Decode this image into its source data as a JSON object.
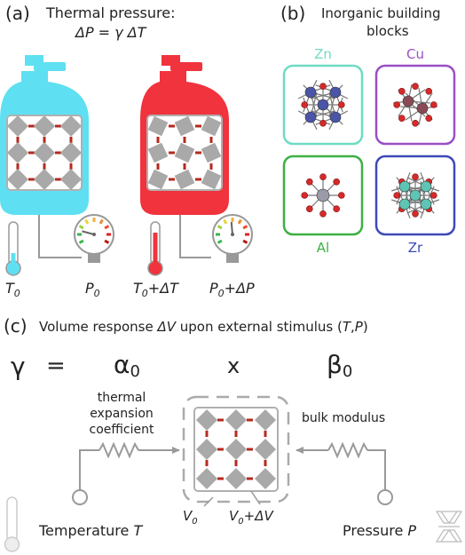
{
  "panel_a": {
    "label": "(a)",
    "title": "Thermal pressure:",
    "equation": "ΔP = γ ΔT",
    "labels": {
      "t0": "T",
      "t0_sub": "0",
      "p0": "P",
      "p0_sub": "0",
      "t1": "T",
      "t1_sub": "0",
      "t1_suffix": "+ΔT",
      "p1": "P",
      "p1_sub": "0",
      "p1_suffix": "+ΔP"
    },
    "colors": {
      "cold": "#5ee0f2",
      "hot": "#f0333c",
      "node": "#a9a9a9",
      "linker": "#b52a1e"
    }
  },
  "panel_b": {
    "label": "(b)",
    "title_line1": "Inorganic building",
    "title_line2": "blocks",
    "blocks": [
      {
        "name": "Zn",
        "color": "#6fdcc4"
      },
      {
        "name": "Cu",
        "color": "#9b4fc4"
      },
      {
        "name": "Al",
        "color": "#3cb043"
      },
      {
        "name": "Zr",
        "color": "#3d4ab8"
      }
    ]
  },
  "panel_c": {
    "label": "(c)",
    "title_prefix": "Volume response ",
    "title_dv": "ΔV",
    "title_mid": " upon external stimulus (",
    "title_t": "T",
    "title_comma": ",",
    "title_p": "P",
    "title_end": ")",
    "gamma": "γ",
    "equals": "=",
    "alpha": "α",
    "alpha_sub": "0",
    "times": "x",
    "beta": "β",
    "beta_sub": "0",
    "thermal_line1": "thermal",
    "thermal_line2": "expansion",
    "thermal_line3": "coefficient",
    "bulk": "bulk modulus",
    "v0": "V",
    "v0_sub": "0",
    "v1": "V",
    "v1_sub": "0",
    "v1_suffix": "+ΔV",
    "temp_label": "Temperature ",
    "temp_sym": "T",
    "pres_label": "Pressure ",
    "pres_sym": "P"
  }
}
